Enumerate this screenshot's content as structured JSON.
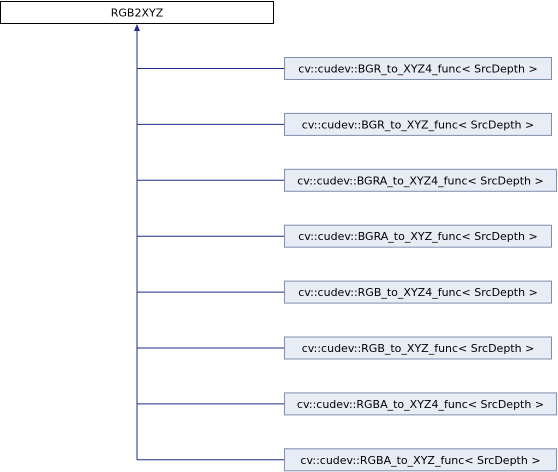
{
  "diagram": {
    "root": {
      "label": "RGB2XYZ"
    },
    "children": [
      {
        "label": "cv::cudev::BGR_to_XYZ4_func< SrcDepth >"
      },
      {
        "label": "cv::cudev::BGR_to_XYZ_func< SrcDepth >"
      },
      {
        "label": "cv::cudev::BGRA_to_XYZ4_func< SrcDepth >"
      },
      {
        "label": "cv::cudev::BGRA_to_XYZ_func< SrcDepth >"
      },
      {
        "label": "cv::cudev::RGB_to_XYZ4_func< SrcDepth >"
      },
      {
        "label": "cv::cudev::RGB_to_XYZ_func< SrcDepth >"
      },
      {
        "label": "cv::cudev::RGBA_to_XYZ4_func< SrcDepth >"
      },
      {
        "label": "cv::cudev::RGBA_to_XYZ_func< SrcDepth >"
      }
    ],
    "colors": {
      "edge": "#1f2f8f",
      "child_fill": "#e8ecf4",
      "child_border": "#7f8fb0",
      "root_fill": "#ffffff",
      "root_border": "#000000"
    }
  }
}
